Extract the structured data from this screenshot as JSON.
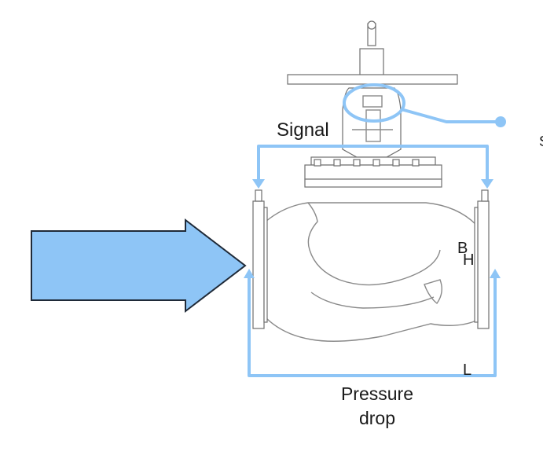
{
  "labels": {
    "signal": "Signal",
    "b": "B",
    "h": "H",
    "l": "L",
    "pressure_drop_line1": "Pressure",
    "pressure_drop_line2": "drop",
    "edge_fragment": "S"
  },
  "colors": {
    "signal_blue": "#8ec5f6",
    "flow_arrow_fill": "#8ec5f6",
    "flow_arrow_stroke": "#1f2a38",
    "valve_line": "#8a8a8a"
  },
  "icons": {
    "flow": "flow-direction-arrow",
    "valve": "globe-valve-drawing",
    "signal_node": "signal-connection-dot"
  }
}
